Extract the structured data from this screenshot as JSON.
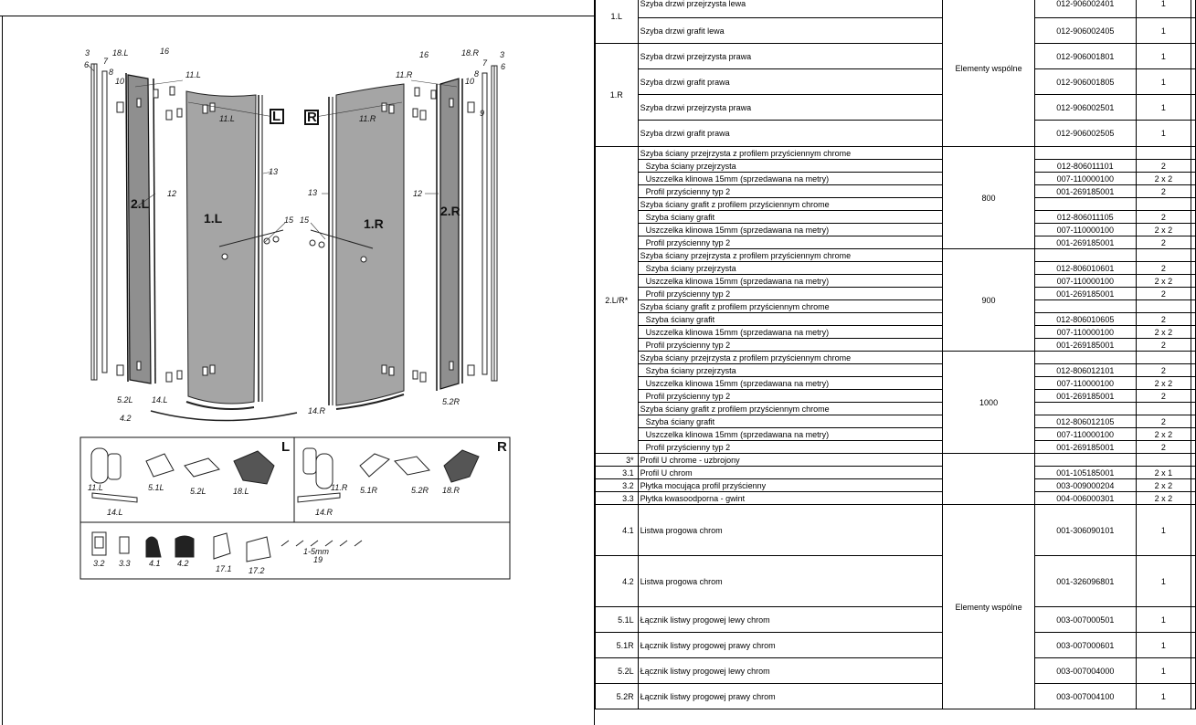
{
  "diagram": {
    "panel_L": "L",
    "panel_R": "R",
    "labels": {
      "n3a": "3",
      "n6a": "6",
      "n7a": "7",
      "n18L": "18.L",
      "n16a": "16",
      "n8a": "8",
      "n10a": "10",
      "n11La": "11.L",
      "n11Lb": "11.L",
      "n1L": "1.L",
      "n2L": "2.L",
      "n12a": "12",
      "n13a": "13",
      "n15a": "15",
      "n52L": "5.2L",
      "n14L": "14.L",
      "n42": "4.2",
      "n16b": "16",
      "n18R": "18.R",
      "n3b": "3",
      "n6b": "6",
      "n7b": "7",
      "n8b": "8",
      "n10b": "10",
      "n9b": "9",
      "n11Ra": "11.R",
      "n11Rb": "11.R",
      "n1R": "1.R",
      "n2R": "2.R",
      "n12b": "12",
      "n13b": "13",
      "n15b": "15",
      "n14R": "14.R",
      "n52R": "5.2R"
    },
    "kit_left": {
      "l11L": "11.L",
      "l51L": "5.1L",
      "l52L": "5.2L",
      "l18L": "18.L",
      "l14L": "14.L",
      "letter": "L"
    },
    "kit_right": {
      "l11R": "11.R",
      "l51R": "5.1R",
      "l52R": "5.2R",
      "l18R": "18.R",
      "l14R": "14.R",
      "letter": "R"
    },
    "kit_common": {
      "l32": "3.2",
      "l33": "3.3",
      "l41": "4.1",
      "l42": "4.2",
      "l171": "17.1",
      "l172": "17.2",
      "l15mm": "1-5mm",
      "l19": "19"
    }
  },
  "table": {
    "rows": [
      {
        "id": "1.L",
        "name": "Szyba drzwi przejrzysta lewa",
        "size": "",
        "code": "012-906002401",
        "qty": "1"
      },
      {
        "id": "",
        "name": "Szyba drzwi grafit lewa",
        "size": "Elementy wspólne",
        "code": "012-906002405",
        "qty": "1"
      },
      {
        "id": "1.R",
        "name": "Szyba drzwi przejrzysta prawa",
        "size": "",
        "code": "012-906001801",
        "qty": "1"
      },
      {
        "id": "",
        "name": "Szyba drzwi grafit prawa",
        "size": "",
        "code": "012-906001805",
        "qty": "1"
      },
      {
        "id": "",
        "name": "Szyba drzwi przejrzysta prawa",
        "size": "",
        "code": "012-906002501",
        "qty": "1"
      },
      {
        "id": "",
        "name": "Szyba drzwi grafit prawa",
        "size": "",
        "code": "012-906002505",
        "qty": "1"
      },
      {
        "id": "",
        "name": "Szyba ściany przejrzysta z profilem przyściennym chrome",
        "size": "",
        "code": "",
        "qty": ""
      },
      {
        "id": "",
        "name": "Szyba ściany przejrzysta",
        "size": "",
        "code": "012-806011101",
        "qty": "2"
      },
      {
        "id": "",
        "name": "Uszczelka klinowa 15mm (sprzedawana na metry)",
        "size": "",
        "code": "007-110000100",
        "qty": "2 x 2"
      },
      {
        "id": "",
        "name": "Profil przyścienny typ 2",
        "size": "800",
        "code": "001-269185001",
        "qty": "2"
      },
      {
        "id": "",
        "name": "Szyba ściany grafit z profilem przyściennym chrome",
        "size": "",
        "code": "",
        "qty": ""
      },
      {
        "id": "",
        "name": "Szyba ściany grafit",
        "size": "",
        "code": "012-806011105",
        "qty": "2"
      },
      {
        "id": "",
        "name": "Uszczelka klinowa 15mm (sprzedawana na metry)",
        "size": "",
        "code": "007-110000100",
        "qty": "2 x 2"
      },
      {
        "id": "",
        "name": "Profil przyścienny typ 2",
        "size": "",
        "code": "001-269185001",
        "qty": "2"
      },
      {
        "id": "",
        "name": "Szyba ściany przejrzysta z profilem przyściennym chrome",
        "size": "",
        "code": "",
        "qty": ""
      },
      {
        "id": "",
        "name": "Szyba ściany przejrzysta",
        "size": "",
        "code": "012-806010601",
        "qty": "2"
      },
      {
        "id": "",
        "name": "Uszczelka klinowa 15mm (sprzedawana na metry)",
        "size": "",
        "code": "007-110000100",
        "qty": "2 x 2"
      },
      {
        "id": "2.L/R*",
        "name": "Profil przyścienny typ 2",
        "size": "900",
        "code": "001-269185001",
        "qty": "2"
      },
      {
        "id": "",
        "name": "Szyba ściany grafit z profilem przyściennym chrome",
        "size": "",
        "code": "",
        "qty": ""
      },
      {
        "id": "",
        "name": "Szyba ściany grafit",
        "size": "",
        "code": "012-806010605",
        "qty": "2"
      },
      {
        "id": "",
        "name": "Uszczelka klinowa 15mm (sprzedawana na metry)",
        "size": "",
        "code": "007-110000100",
        "qty": "2 x 2"
      },
      {
        "id": "",
        "name": "Profil przyścienny typ 2",
        "size": "",
        "code": "001-269185001",
        "qty": "2"
      },
      {
        "id": "",
        "name": "Szyba ściany przejrzysta z profilem przyściennym chrome",
        "size": "",
        "code": "",
        "qty": ""
      },
      {
        "id": "",
        "name": "Szyba ściany przejrzysta",
        "size": "",
        "code": "012-806012101",
        "qty": "2"
      },
      {
        "id": "",
        "name": "Uszczelka klinowa 15mm (sprzedawana na metry)",
        "size": "",
        "code": "007-110000100",
        "qty": "2 x 2"
      },
      {
        "id": "",
        "name": "Profil przyścienny typ 2",
        "size": "1000",
        "code": "001-269185001",
        "qty": "2"
      },
      {
        "id": "",
        "name": "Szyba ściany grafit z profilem przyściennym chrome",
        "size": "",
        "code": "",
        "qty": ""
      },
      {
        "id": "",
        "name": "Szyba ściany grafit",
        "size": "",
        "code": "012-806012105",
        "qty": "2"
      },
      {
        "id": "",
        "name": "Uszczelka klinowa 15mm (sprzedawana na metry)",
        "size": "",
        "code": "007-110000100",
        "qty": "2 x 2"
      },
      {
        "id": "",
        "name": "Profil przyścienny typ 2",
        "size": "",
        "code": "001-269185001",
        "qty": "2"
      },
      {
        "id": "3*",
        "name": "Profil U chrome - uzbrojony",
        "size": "",
        "code": "",
        "qty": ""
      },
      {
        "id": "3.1",
        "name": "Profil U chrom",
        "size": "",
        "code": "001-105185001",
        "qty": "2 x 1"
      },
      {
        "id": "3.2",
        "name": "Płytka mocująca profil przyścienny",
        "size": "",
        "code": "003-009000204",
        "qty": "2 x 2"
      },
      {
        "id": "3.3",
        "name": "Płytka kwasoodporna - gwint",
        "size": "",
        "code": "004-006000301",
        "qty": "2 x 2"
      },
      {
        "id": "4.1",
        "name": "Listwa progowa chrom",
        "size": "",
        "code": "001-306090101",
        "qty": "1"
      },
      {
        "id": "4.2",
        "name": "Listwa progowa chrom",
        "size": "Elementy wspólne",
        "code": "001-326096801",
        "qty": "1"
      },
      {
        "id": "5.1L",
        "name": "Łącznik listwy progowej lewy chrom",
        "size": "",
        "code": "003-007000501",
        "qty": "1"
      },
      {
        "id": "5.1R",
        "name": "Łącznik listwy progowej prawy chrom",
        "size": "",
        "code": "003-007000601",
        "qty": "1"
      },
      {
        "id": "5.2L",
        "name": "Łącznik listwy progowej lewy chrom",
        "size": "",
        "code": "003-007004000",
        "qty": "1"
      },
      {
        "id": "5.2R",
        "name": "Łącznik listwy progowej prawy chrom",
        "size": "",
        "code": "003-007004100",
        "qty": "1"
      }
    ]
  }
}
